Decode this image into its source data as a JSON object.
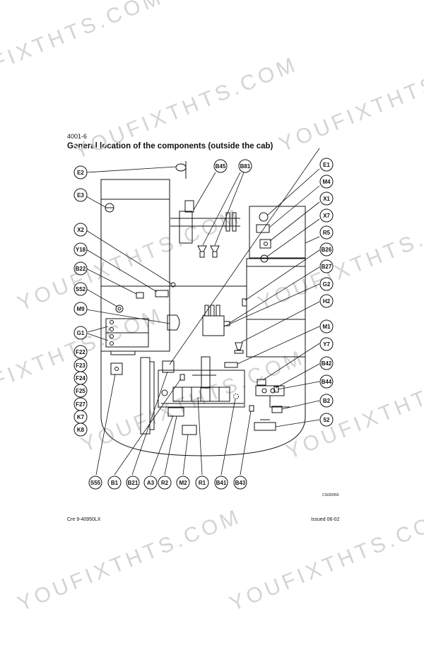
{
  "header": {
    "page_code": "4001-6",
    "title": "General location of the components (outside the cab)"
  },
  "footer": {
    "left": "Cre 9-40950LX",
    "right": "Issued 06-02"
  },
  "figure": {
    "code": "CS020955"
  },
  "watermark": {
    "text": "YOUFIXTHTS.COM"
  },
  "labels": {
    "e2": "E2",
    "b45": "B45",
    "b81": "B81",
    "e1": "E1",
    "e3": "E3",
    "m4": "M4",
    "x1": "X1",
    "x7": "X7",
    "x2": "X2",
    "r5": "R5",
    "y18": "Y18",
    "b26": "B26",
    "b22": "B22",
    "b27": "B27",
    "s52": "S52",
    "g2": "G2",
    "m9": "M9",
    "h2": "H2",
    "g1": "G1",
    "m1": "M1",
    "f22": "F22",
    "y7": "Y7",
    "f23": "F23",
    "b42": "B42",
    "f24": "F24",
    "b44": "B44",
    "f25": "F25",
    "b2": "B2",
    "f27": "F27",
    "k7": "K7",
    "k8": "K8",
    "n52": "52",
    "s55": "S55",
    "b1": "B1",
    "b21": "B21",
    "a3": "A3",
    "r2": "R2",
    "m2": "M2",
    "r1": "R1",
    "b41": "B41",
    "b43": "B43"
  }
}
